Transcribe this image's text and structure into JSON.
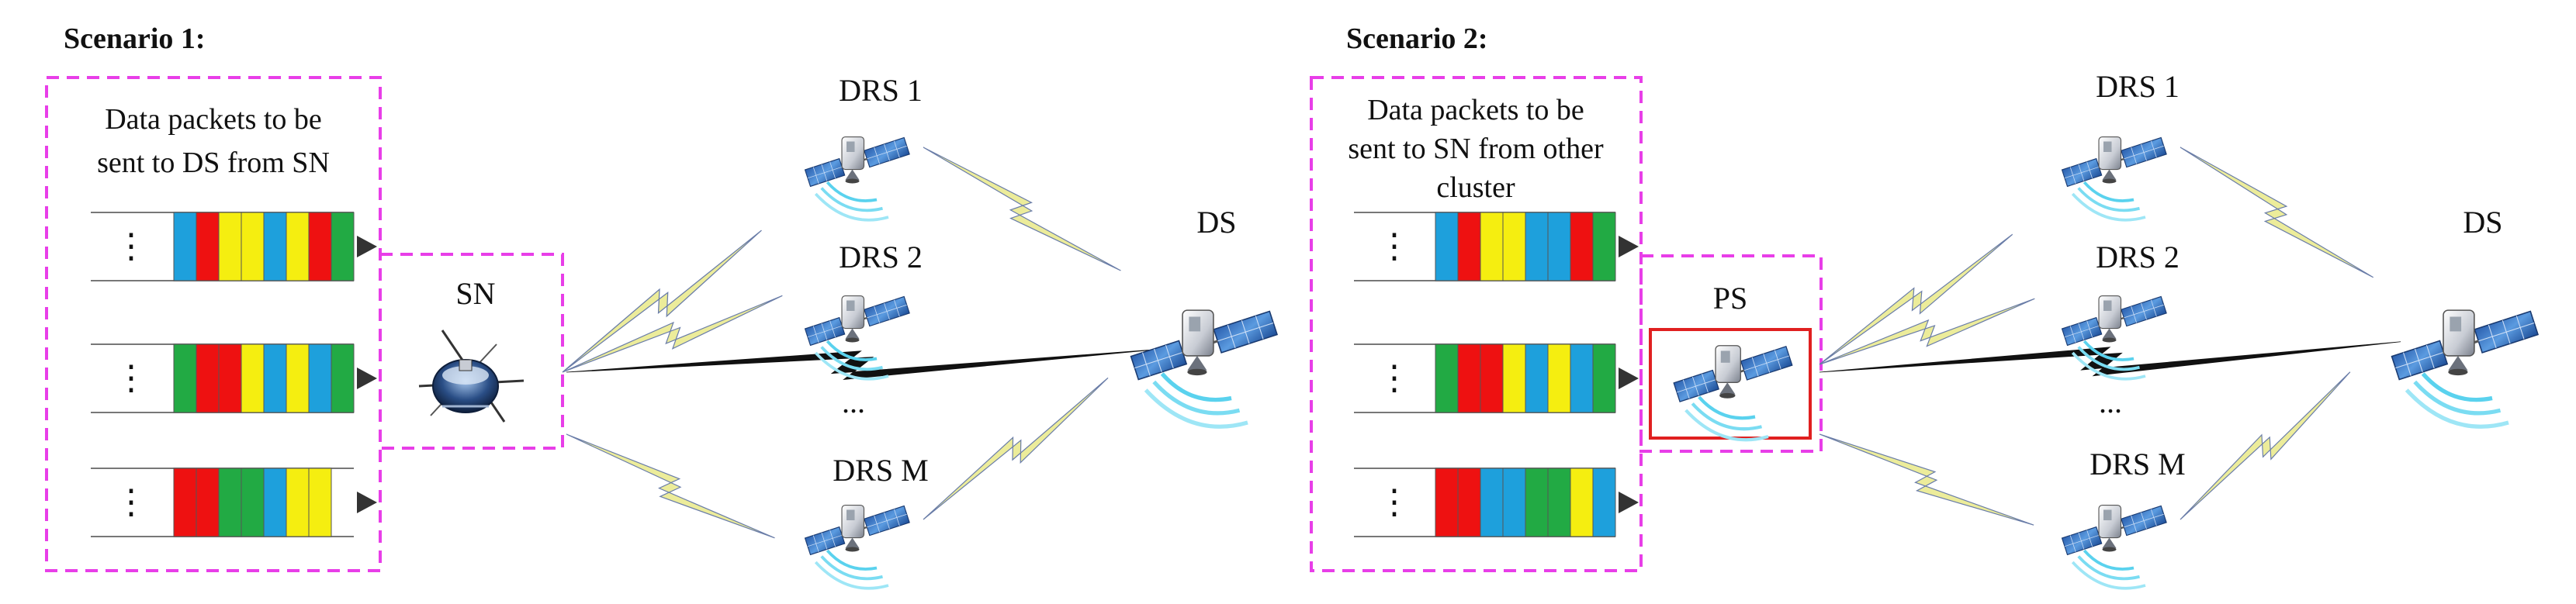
{
  "colors": {
    "dashed_box": "#e83ee8",
    "ps_highlight": "#e02020",
    "packet_blue": "#1ea0dc",
    "packet_red": "#ee1111",
    "packet_yellow": "#f5ee10",
    "packet_green": "#22aa44",
    "link_weak": "#dede70",
    "link_strong": "#111111",
    "signal_wave": "#5ad2ee"
  },
  "icons": [
    "satellite-icon",
    "probe-satellite-icon",
    "signal-wave-icon",
    "lightning-link-icon",
    "arrow-right-icon"
  ],
  "scenario1": {
    "title": "Scenario 1:",
    "box_desc": [
      "Data packets to be",
      "sent to DS from SN"
    ],
    "queue_dots": "⋮",
    "source_label": "SN",
    "relay_labels": [
      "DRS 1",
      "DRS 2",
      "DRS M"
    ],
    "relay_ellipsis": "...",
    "dest_label": "DS",
    "queues": [
      [
        "blue",
        "red",
        "yellow",
        "yellow",
        "blue",
        "yellow",
        "red",
        "green"
      ],
      [
        "green",
        "red",
        "red",
        "yellow",
        "blue",
        "yellow",
        "blue",
        "green"
      ],
      [
        "red",
        "red",
        "green",
        "green",
        "blue",
        "yellow",
        "yellow"
      ]
    ]
  },
  "scenario2": {
    "title": "Scenario 2:",
    "box_desc": [
      "Data packets to be",
      "sent to SN from other",
      "cluster"
    ],
    "queue_dots": "⋮",
    "source_label": "PS",
    "relay_labels": [
      "DRS 1",
      "DRS 2",
      "DRS M"
    ],
    "relay_ellipsis": "...",
    "dest_label": "DS",
    "queues": [
      [
        "blue",
        "red",
        "yellow",
        "yellow",
        "blue",
        "blue",
        "red",
        "green"
      ],
      [
        "green",
        "red",
        "red",
        "yellow",
        "blue",
        "yellow",
        "blue",
        "green"
      ],
      [
        "red",
        "red",
        "blue",
        "blue",
        "green",
        "green",
        "yellow",
        "blue"
      ]
    ]
  }
}
